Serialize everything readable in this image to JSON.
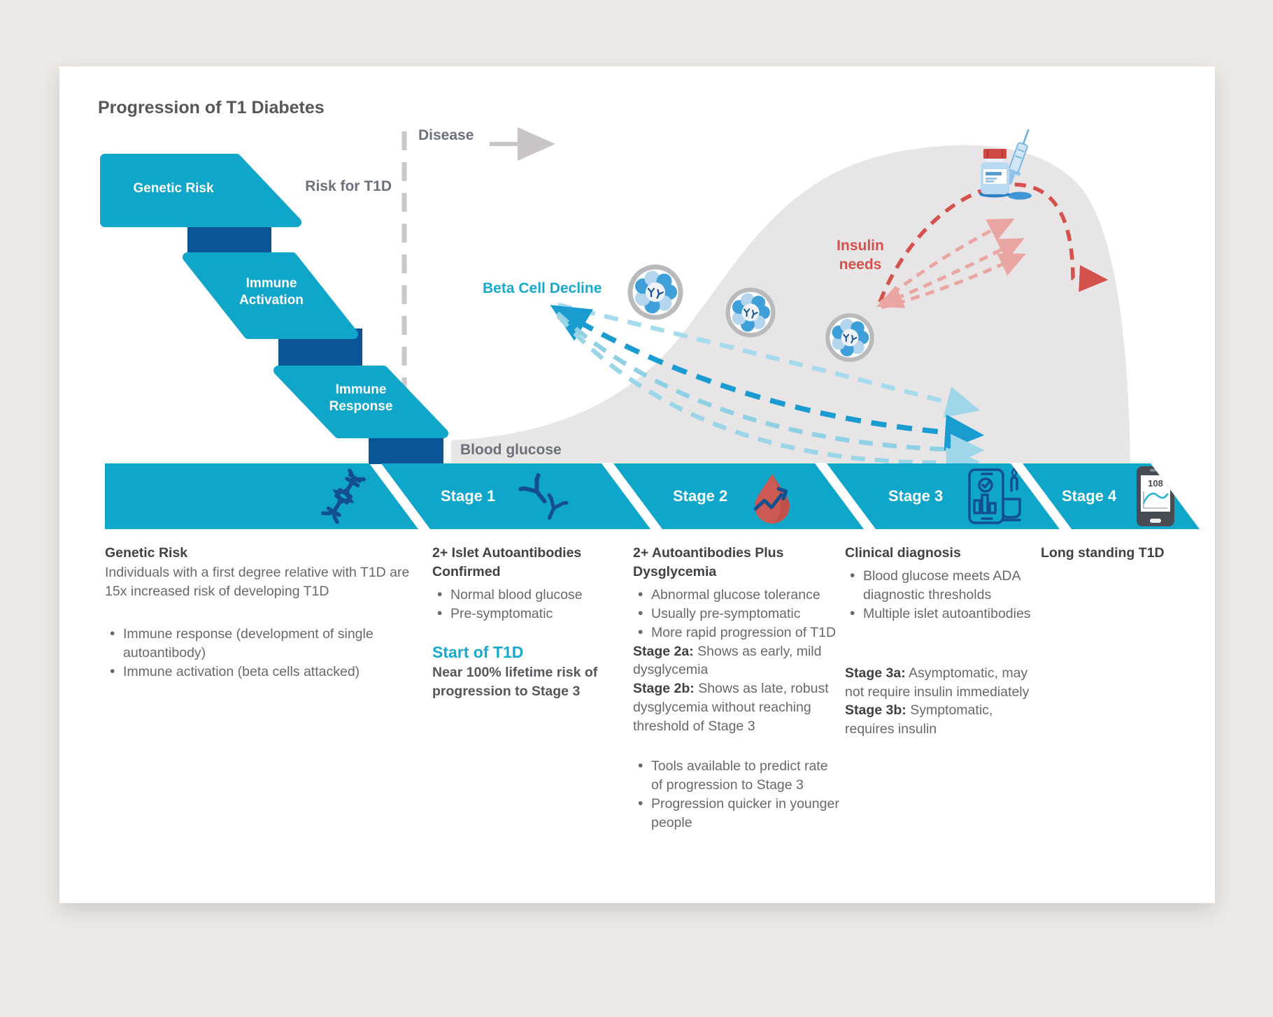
{
  "title": "Progression of T1 Diabetes",
  "diagram": {
    "disease_label": "Disease",
    "risk_label": "Risk for T1D",
    "beta_cell_label": "Beta Cell Decline",
    "insulin_label": "Insulin needs",
    "blood_glucose_label": "Blood glucose",
    "staircase": [
      {
        "label": "Genetic Risk"
      },
      {
        "label": "Immune Activation"
      },
      {
        "label": "Immune Response"
      }
    ]
  },
  "banner": {
    "stages": [
      {
        "label": "",
        "icon": "dna-icon"
      },
      {
        "label": "Stage 1",
        "icon": "antibodies-icon"
      },
      {
        "label": "Stage 2",
        "icon": "blood-drop-icon"
      },
      {
        "label": "Stage 3",
        "icon": "clinical-diagnosis-icon"
      },
      {
        "label": "Stage 4",
        "icon": "glucose-meter-phone-icon",
        "meter_reading": "108"
      }
    ]
  },
  "columns": [
    {
      "heading": "Genetic Risk",
      "intro": "Individuals with a first degree relative with T1D are 15x increased risk of developing T1D",
      "bullets": [
        "Immune response (development of single autoantibody)",
        "Immune activation (beta cells attacked)"
      ]
    },
    {
      "heading": "2+ Islet Autoantibodies Confirmed",
      "bullets": [
        "Normal blood glucose",
        "Pre-symptomatic"
      ],
      "callout": "Start of T1D",
      "note": "Near 100% lifetime risk of progression to Stage 3"
    },
    {
      "heading": "2+ Autoantibodies Plus Dysglycemia",
      "bullets": [
        "Abnormal glucose tolerance",
        "Usually pre-symptomatic",
        "More rapid progression of T1D"
      ],
      "substages": [
        {
          "label": "Stage 2a:",
          "text": " Shows as early, mild dysglycemia"
        },
        {
          "label": "Stage 2b:",
          "text": " Shows as late, robust dysglycemia without reaching threshold of Stage 3"
        }
      ],
      "bullets2": [
        "Tools available to predict rate of progression to Stage 3",
        "Progression quicker in younger people"
      ]
    },
    {
      "heading": "Clinical diagnosis",
      "bullets": [
        "Blood glucose meets ADA diagnostic thresholds",
        "Multiple islet autoantibodies"
      ],
      "substages": [
        {
          "label": "Stage 3a:",
          "text": " Asymptomatic, may not require insulin immediately"
        },
        {
          "label": "Stage 3b:",
          "text": " Symptomatic, requires insulin"
        }
      ]
    },
    {
      "heading": "Long standing T1D"
    }
  ],
  "colors": {
    "teal": "#10a6ca",
    "dark_blue": "#0b5596",
    "navy_icon": "#134f90",
    "teal_accent_text": "#18a9ce",
    "hill_gray": "#e7e5e6",
    "red_accent": "#d4504b",
    "pink_arrow": "#eaa6a3",
    "dark_teal_arrow": "#1b9cd1",
    "light_teal_arrow": "#9fd6e9",
    "drop_red": "#cc5a52"
  }
}
